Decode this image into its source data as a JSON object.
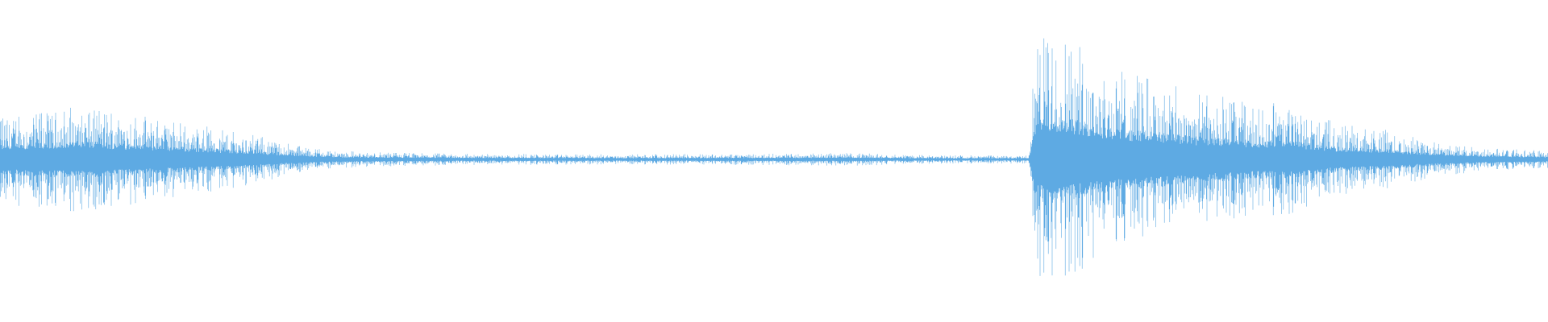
{
  "waveform": {
    "color": "#5eaae3",
    "background": "#ffffff",
    "amplitude_envelope": [
      [
        0.0,
        0.3
      ],
      [
        0.02,
        0.34
      ],
      [
        0.05,
        0.37
      ],
      [
        0.08,
        0.33
      ],
      [
        0.11,
        0.27
      ],
      [
        0.14,
        0.22
      ],
      [
        0.17,
        0.16
      ],
      [
        0.19,
        0.1
      ],
      [
        0.21,
        0.07
      ],
      [
        0.24,
        0.05
      ],
      [
        0.3,
        0.04
      ],
      [
        0.4,
        0.035
      ],
      [
        0.5,
        0.04
      ],
      [
        0.55,
        0.045
      ],
      [
        0.6,
        0.03
      ],
      [
        0.64,
        0.028
      ],
      [
        0.665,
        0.03
      ],
      [
        0.668,
        0.7
      ],
      [
        0.675,
        0.92
      ],
      [
        0.69,
        0.85
      ],
      [
        0.71,
        0.7
      ],
      [
        0.73,
        0.6
      ],
      [
        0.75,
        0.56
      ],
      [
        0.77,
        0.47
      ],
      [
        0.79,
        0.44
      ],
      [
        0.81,
        0.38
      ],
      [
        0.83,
        0.4
      ],
      [
        0.85,
        0.3
      ],
      [
        0.87,
        0.24
      ],
      [
        0.89,
        0.22
      ],
      [
        0.91,
        0.17
      ],
      [
        0.93,
        0.12
      ],
      [
        0.96,
        0.08
      ],
      [
        1.0,
        0.06
      ]
    ]
  }
}
